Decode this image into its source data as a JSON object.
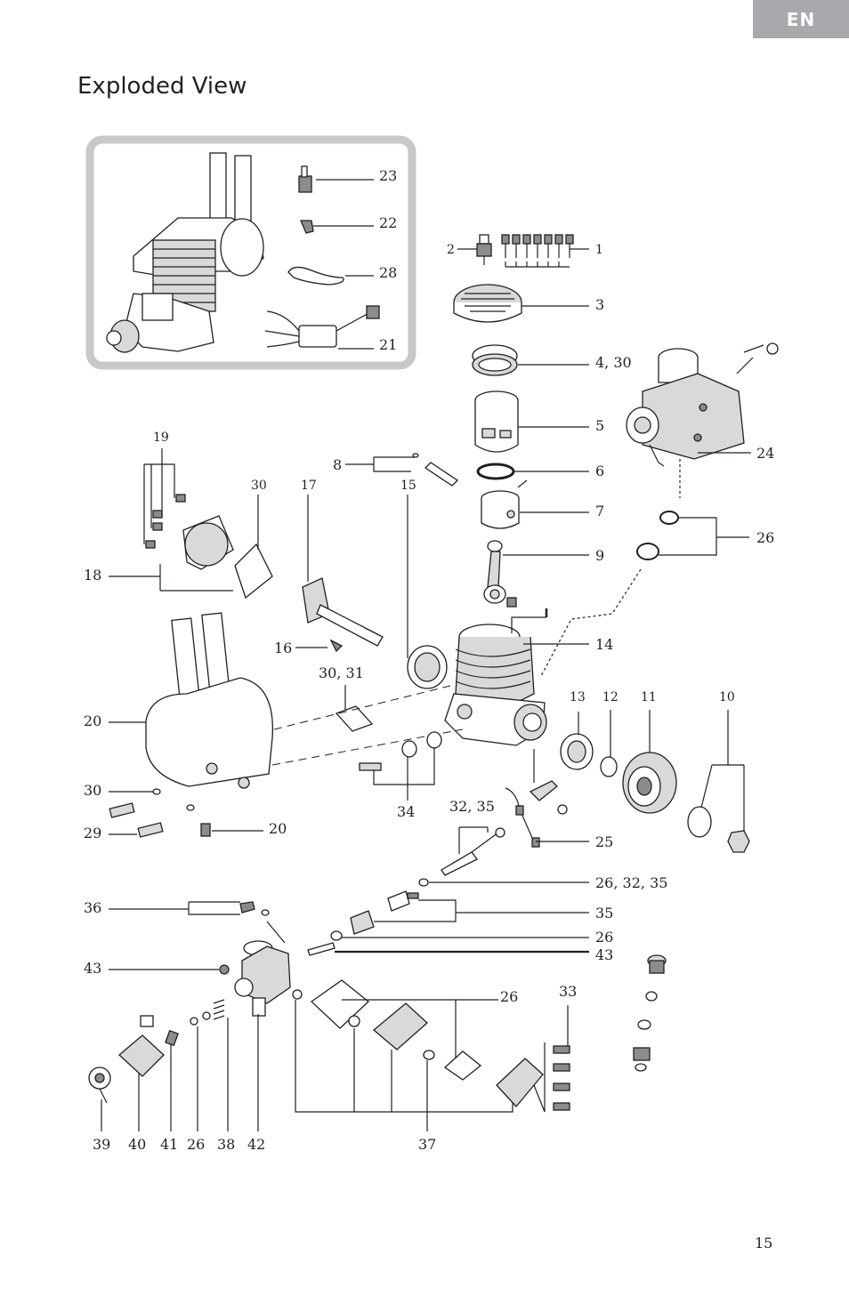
{
  "language_tab": "EN",
  "title": "Exploded View",
  "page_number": "15",
  "callouts": {
    "c23": "23",
    "c22": "22",
    "c28": "28",
    "c21": "21",
    "c2": "2",
    "c1": "1",
    "c3": "3",
    "c4_30": "4, 30",
    "c5": "5",
    "c6": "6",
    "c7": "7",
    "c8": "8",
    "c9": "9",
    "c24": "24",
    "c26a": "26",
    "c14": "14",
    "c19": "19",
    "c30a": "30",
    "c17": "17",
    "c15": "15",
    "c18": "18",
    "c16": "16",
    "c30_31": "30, 31",
    "c20a": "20",
    "c13": "13",
    "c12": "12",
    "c11": "11",
    "c10": "10",
    "c30b": "30",
    "c29": "29",
    "c20b": "20",
    "c34": "34",
    "c32_35": "32, 35",
    "c25": "25",
    "c26_32_35": "26, 32, 35",
    "c36": "36",
    "c35": "35",
    "c26b": "26",
    "c43a": "43",
    "c43b": "43",
    "c26c": "26",
    "c33": "33",
    "c39": "39",
    "c40": "40",
    "c41": "41",
    "c26d": "26",
    "c38": "38",
    "c42": "42",
    "c37": "37"
  }
}
